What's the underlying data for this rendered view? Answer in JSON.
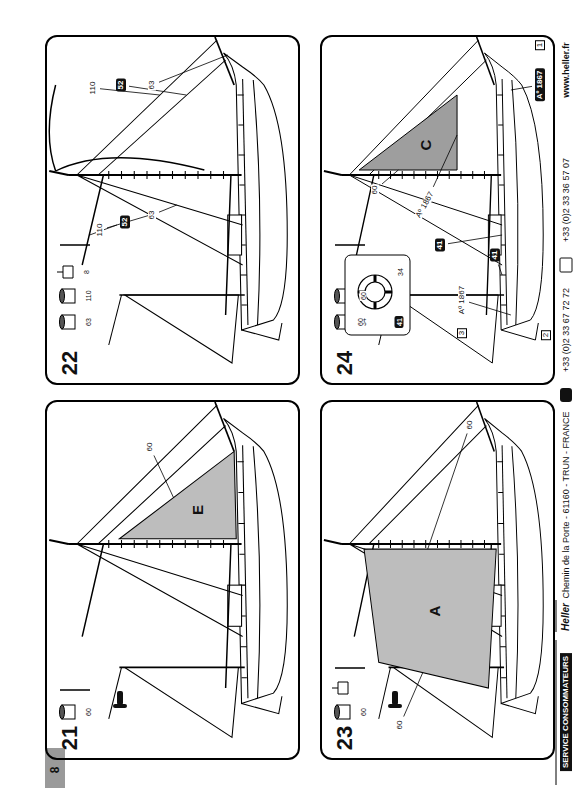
{
  "diagram": {
    "nodes": [
      {
        "text": [
          "21"
        ]
      },
      {
        "text": [
          "22"
        ]
      },
      {
        "text": [
          "23"
        ]
      },
      {
        "text": [
          "24"
        ]
      }
    ],
    "labels": [
      "8",
      "60",
      "60",
      "E",
      "63",
      "110",
      "8",
      "110",
      "52",
      "63",
      "110",
      "52",
      "63",
      "60",
      "60",
      "A",
      "60",
      "34",
      "60",
      "60",
      "34",
      "41",
      "C",
      "60",
      "Aº 1867",
      "3",
      "Aº 1867",
      "41",
      "41",
      "2",
      "1",
      "Aº 1867",
      "SERVICE CONSOMMATEURS",
      "Heller",
      "Chemin de la Porte - 61160 - TRUN - FRANCE",
      "+33 (0)2 33 67 72 72",
      "+33 (0)2 33 36 57 07",
      "www.heller.fr"
    ]
  }
}
